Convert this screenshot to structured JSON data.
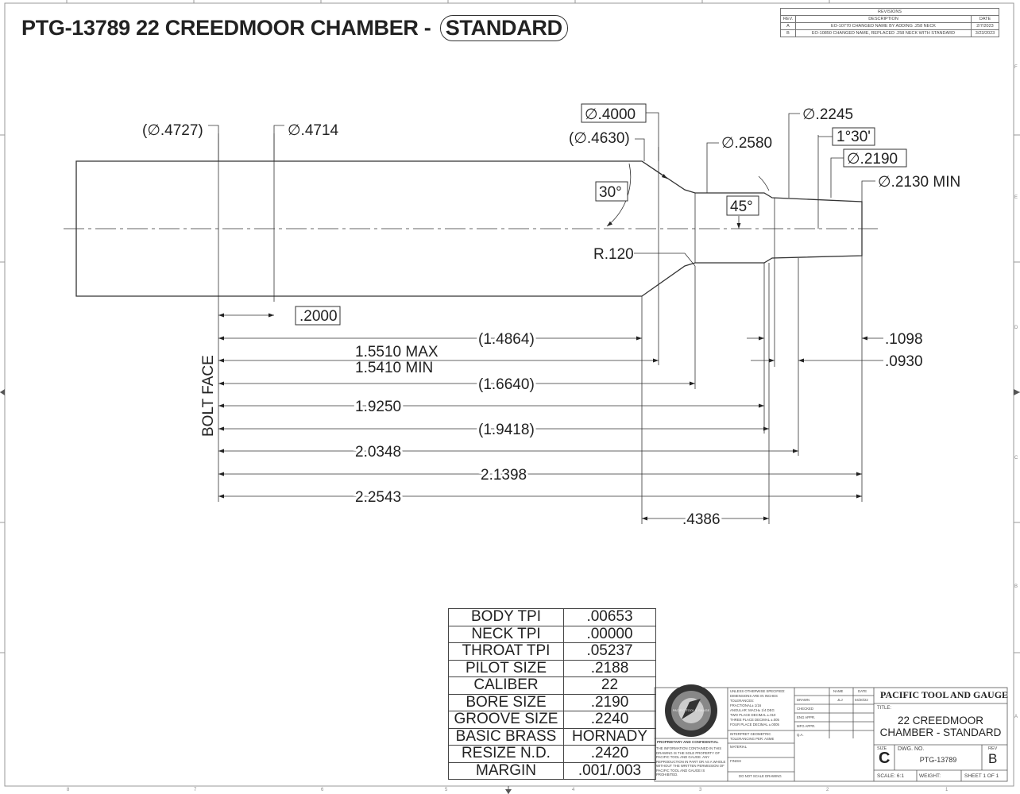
{
  "title": {
    "prefix": "PTG-13789 22 CREEDMOOR CHAMBER -",
    "variant": "STANDARD"
  },
  "revisions": {
    "heading": "REVISIONS",
    "columns": [
      "REV.",
      "DESCRIPTION",
      "DATE"
    ],
    "rows": [
      {
        "rev": "A",
        "description": "EO-10770 CHANGED NAME BY ADDING .258 NECK",
        "date": "2/7/2023"
      },
      {
        "rev": "B",
        "description": "EO-10850 CHANGED NAME, REPLACED .258 NECK WITH STANDARD",
        "date": "3/23/2023"
      }
    ]
  },
  "diameters": {
    "d4727": "(∅.4727)",
    "d4714": "∅.4714",
    "d4000": "∅.4000",
    "d4630": "(∅.4630)",
    "d2580": "∅.2580",
    "d2245": "∅.2245",
    "d2190": "∅.2190",
    "d2130": "∅.2130 MIN"
  },
  "angles": {
    "shoulder": "30°",
    "throat": "45°",
    "leade": "1°30'"
  },
  "radius": "R.120",
  "bolt_face": "BOLT FACE",
  "lengths": {
    "l2000": ".2000",
    "l14864": "(1.4864)",
    "max_min": [
      "1.5510 MAX",
      "1.5410  MIN"
    ],
    "l16640": "(1.6640)",
    "l19250": "1.9250",
    "l19418": "(1.9418)",
    "l20348": "2.0348",
    "l21398": "2.1398",
    "l22543": "2.2543",
    "l4386": ".4386",
    "l1098": ".1098",
    "l0930": ".0930"
  },
  "specs": [
    {
      "label": "BODY TPI",
      "value": ".00653"
    },
    {
      "label": "NECK TPI",
      "value": ".00000"
    },
    {
      "label": "THROAT TPI",
      "value": ".05237"
    },
    {
      "label": "PILOT SIZE",
      "value": ".2188"
    },
    {
      "label": "CALIBER",
      "value": "22"
    },
    {
      "label": "BORE SIZE",
      "value": ".2190"
    },
    {
      "label": "GROOVE SIZE",
      "value": ".2240"
    },
    {
      "label": "BASIC BRASS",
      "value": "HORNADY"
    },
    {
      "label": "RESIZE N.D.",
      "value": ".2420"
    },
    {
      "label": "MARGIN",
      "value": ".001/.003"
    }
  ],
  "title_block": {
    "company": "PACIFIC TOOL AND GAUGE",
    "title_label": "TITLE:",
    "title_lines": [
      "22 CREEDMOOR",
      "CHAMBER - STANDARD"
    ],
    "size_label": "SIZE",
    "size": "C",
    "dwg_no_label": "DWG. NO.",
    "dwg_no": "PTG-13789",
    "rev_label": "REV",
    "rev": "B",
    "scale": "SCALE: 6:1",
    "weight": "WEIGHT:",
    "sheet": "SHEET 1 OF 1",
    "proprietary": "PROPRIETARY AND CONFIDENTIAL",
    "tolerance_lines": [
      "UNLESS OTHERWISE SPECIFIED:",
      "DIMENSIONS ARE IN INCHES",
      "TOLERANCES:",
      "FRACTIONAL± 1/16",
      "ANGULAR: MACH± 1/4 DEG",
      "TWO PLACE DECIMAL  ±.010",
      "THREE PLACE DECIMAL ±.005",
      "FOUR PLACE DECIMAL ±.0005"
    ],
    "approval_labels": [
      "DRAWN",
      "CHECKED",
      "ENG APPR.",
      "MFG APPR.",
      "Q.A."
    ],
    "name_header": "NAME",
    "date_header": "DATE",
    "drawn_by": "JLJ",
    "drawn_date": "04/20/22",
    "interpret": "INTERPRET GEOMETRIC TOLERANCING PER: ASME",
    "material": "MATERIAL",
    "finish": "FINISH",
    "no_scale": "DO NOT SCALE DRAWING",
    "confidential_lines": [
      "THE INFORMATION CONTAINED IN THIS",
      "DRAWING IS THE SOLE PROPERTY OF",
      "PACIFIC TOOL AND GAUGE. ANY",
      "REPRODUCTION IN PART OR AS A WHOLE",
      "WITHOUT THE WRITTEN PERMISSION OF",
      "PACIFIC TOOL AND GAUGE IS",
      "PROHIBITED."
    ]
  },
  "border": {
    "columns": [
      "8",
      "7",
      "6",
      "5",
      "4",
      "3",
      "2",
      "1"
    ],
    "rows": [
      "F",
      "E",
      "D",
      "C",
      "B",
      "A"
    ]
  },
  "logo_text": "PACIFIC TOOL & GAUGE"
}
